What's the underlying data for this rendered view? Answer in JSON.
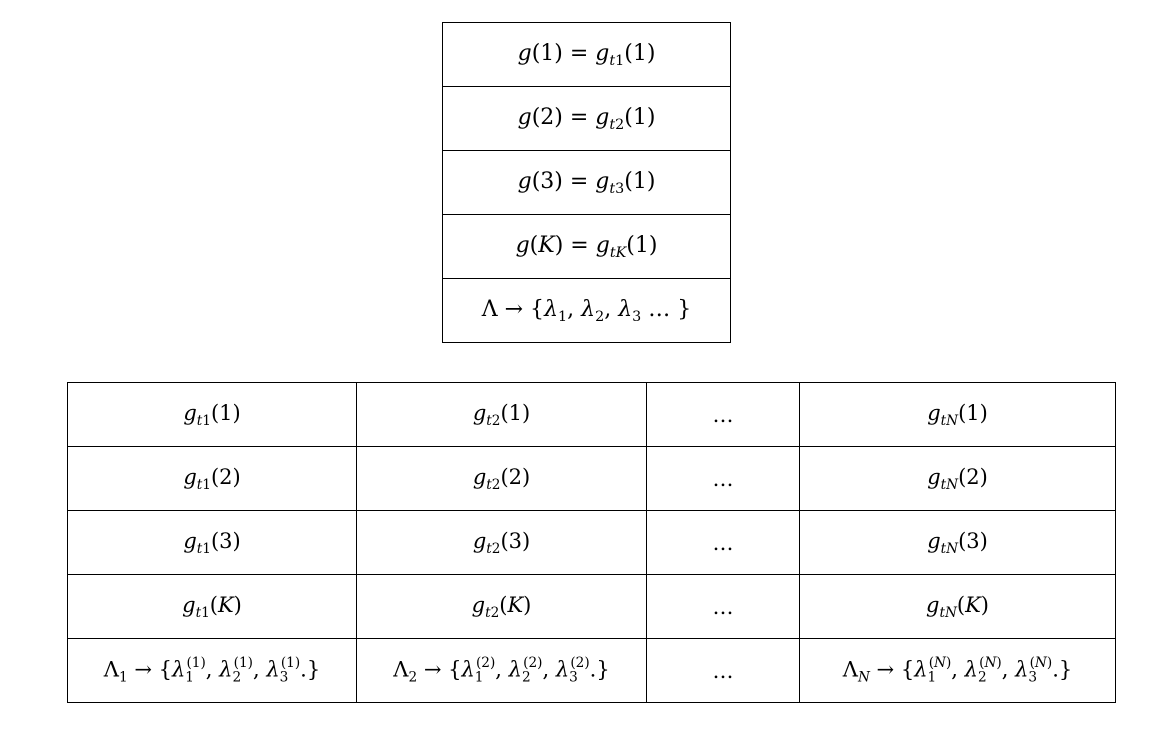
{
  "top_table": {
    "rows": [
      "g(1) = g_t1(1)",
      "g(2) = g_t2(1)",
      "g(3) = g_t3(1)",
      "g(K) = g_tK(1)",
      "Λ → {λ_1, λ_2, λ_3 … }"
    ]
  },
  "bottom_table": {
    "rows": [
      [
        "g_t1(1)",
        "g_t2(1)",
        "…",
        "g_tN(1)"
      ],
      [
        "g_t1(2)",
        "g_t2(2)",
        "…",
        "g_tN(2)"
      ],
      [
        "g_t1(3)",
        "g_t2(3)",
        "…",
        "g_tN(3)"
      ],
      [
        "g_t1(K)",
        "g_t2(K)",
        "…",
        "g_tN(K)"
      ],
      [
        "Λ_1 → {λ_1^(1), λ_2^(1), λ_3^(1).}",
        "Λ_2 → {λ_1^(2), λ_2^(2), λ_3^(2).}",
        "…",
        "Λ_N → {λ_1^(N), λ_2^(N), λ_3^(N).}"
      ]
    ]
  }
}
